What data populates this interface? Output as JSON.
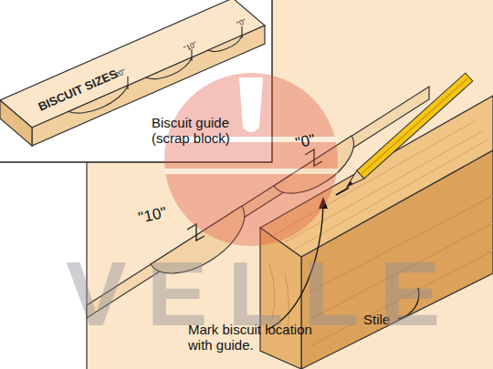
{
  "diagram": {
    "labels": [
      "BISCUIT SIZES",
      "\"20\"",
      "\"10\"",
      "\"0\"",
      "Biscuit guide (scrap block)",
      "\"0\"",
      "\"10\"",
      "Mark biscuit location with guide.",
      "Stile",
      "VELLE"
    ]
  }
}
